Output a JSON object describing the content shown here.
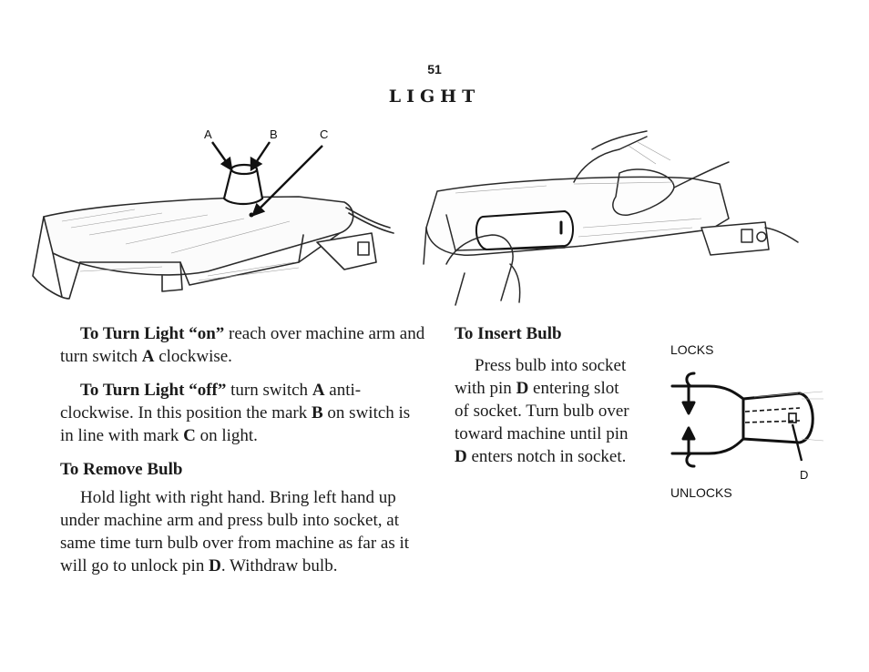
{
  "page_number": "51",
  "title": "LIGHT",
  "figure_left": {
    "labels": {
      "a": "A",
      "b": "B",
      "c": "C"
    }
  },
  "left_column": {
    "p1": {
      "lead": "To Turn Light",
      "on": "“on”",
      "rest1": " reach over machine arm and turn switch ",
      "A": "A",
      "rest2": " clockwise."
    },
    "p2": {
      "lead": "To Turn Light",
      "off": "“off”",
      "rest1": " turn switch ",
      "A": "A",
      "rest2": " anti-clockwise. In this position the mark ",
      "B": "B",
      "rest3": " on switch is in line with mark ",
      "C": "C",
      "rest4": " on light."
    },
    "remove_heading": "To Remove Bulb",
    "p3": {
      "text": "Hold light with right hand. Bring left hand up under machine arm and press bulb into socket, at same time turn bulb over from machine as far as it will go to unlock pin ",
      "D": "D",
      "end": ". Withdraw bulb."
    }
  },
  "right_column": {
    "insert_heading": "To Insert Bulb",
    "p": {
      "t1": "Press bulb into socket with pin ",
      "D": "D",
      "t2": " entering slot of socket. Turn bulb over toward machine until pin ",
      "D2": "D",
      "t3": " enters notch in socket."
    }
  },
  "figure_socket": {
    "locks": "LOCKS",
    "unlocks": "UNLOCKS",
    "d": "D"
  }
}
